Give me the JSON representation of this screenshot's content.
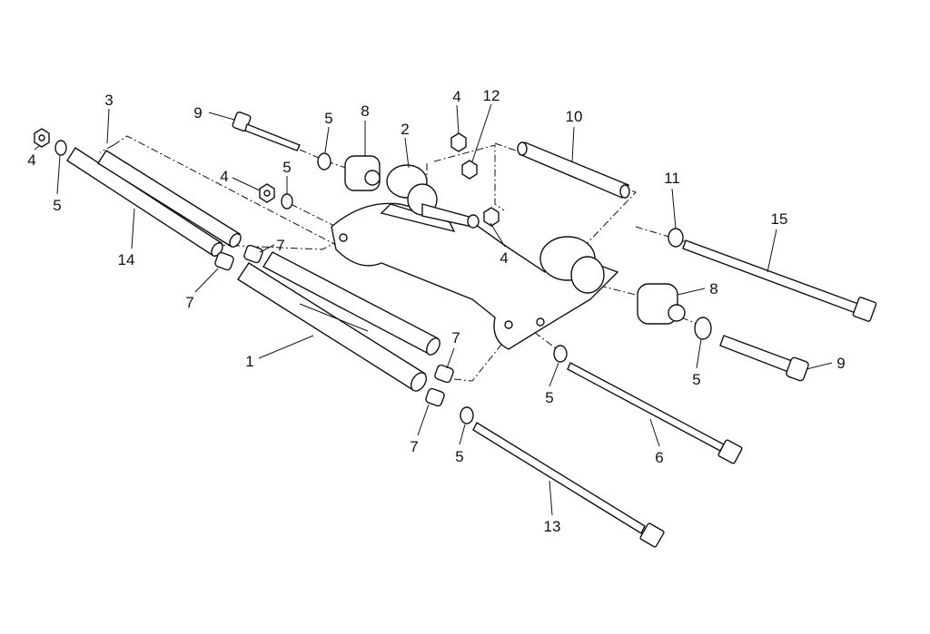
{
  "diagram": {
    "title": "Swingarm / connecting rod exploded parts view",
    "callouts": [
      {
        "id": "c3",
        "text": "3"
      },
      {
        "id": "c9a",
        "text": "9"
      },
      {
        "id": "c5a",
        "text": "5"
      },
      {
        "id": "c8a",
        "text": "8"
      },
      {
        "id": "c2",
        "text": "2"
      },
      {
        "id": "c4a",
        "text": "4"
      },
      {
        "id": "c12",
        "text": "12"
      },
      {
        "id": "c10",
        "text": "10"
      },
      {
        "id": "c4b",
        "text": "4"
      },
      {
        "id": "c5b",
        "text": "5"
      },
      {
        "id": "c4c",
        "text": "4"
      },
      {
        "id": "c5c",
        "text": "5"
      },
      {
        "id": "c14",
        "text": "14"
      },
      {
        "id": "c7a",
        "text": "7"
      },
      {
        "id": "c7b",
        "text": "7"
      },
      {
        "id": "c11",
        "text": "11"
      },
      {
        "id": "c15",
        "text": "15"
      },
      {
        "id": "c4d",
        "text": "4"
      },
      {
        "id": "c8b",
        "text": "8"
      },
      {
        "id": "c1",
        "text": "1"
      },
      {
        "id": "c7c",
        "text": "7"
      },
      {
        "id": "c9b",
        "text": "9"
      },
      {
        "id": "c5d",
        "text": "5"
      },
      {
        "id": "c5e",
        "text": "5"
      },
      {
        "id": "c7d",
        "text": "7"
      },
      {
        "id": "c5f",
        "text": "5"
      },
      {
        "id": "c6",
        "text": "6"
      },
      {
        "id": "c13",
        "text": "13"
      }
    ]
  }
}
